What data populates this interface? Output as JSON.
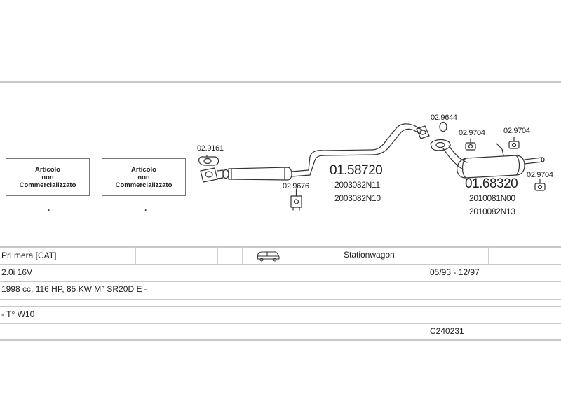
{
  "diagram": {
    "not_available_box_1": [
      "Articolo",
      "non",
      "Commercializzato"
    ],
    "not_available_box_2": [
      "Articolo",
      "non",
      "Commercializzato"
    ],
    "dot_1": ".",
    "dot_2": ".",
    "labels": {
      "gasket_front": "02.9161",
      "hanger_mid": "02.9676",
      "main_part_mid": "01.58720",
      "mid_ref_1": "2003082N11",
      "mid_ref_2": "2003082N10",
      "ring_rear": "02.9644",
      "hanger_rear_1": "02.9704",
      "hanger_rear_2": "02.9704",
      "hanger_rear_3": "02.9704",
      "main_part_rear": "01.68320",
      "rear_ref_1": "2010081N00",
      "rear_ref_2": "2010082N13"
    }
  },
  "vehicle": {
    "model": "Pri mera  [CAT]",
    "body_icon": "car-wagon-icon",
    "body_type": "Stationwagon",
    "engine": "2.0i 16V",
    "production_years": "05/93 - 12/97",
    "specs": "1998 cc, 116 HP, 85 KW M° SR20D E -",
    "type_code": "- T° W10",
    "catalog_code": "C240231"
  },
  "colors": {
    "line": "#333333",
    "grid": "#c8c8c8"
  }
}
